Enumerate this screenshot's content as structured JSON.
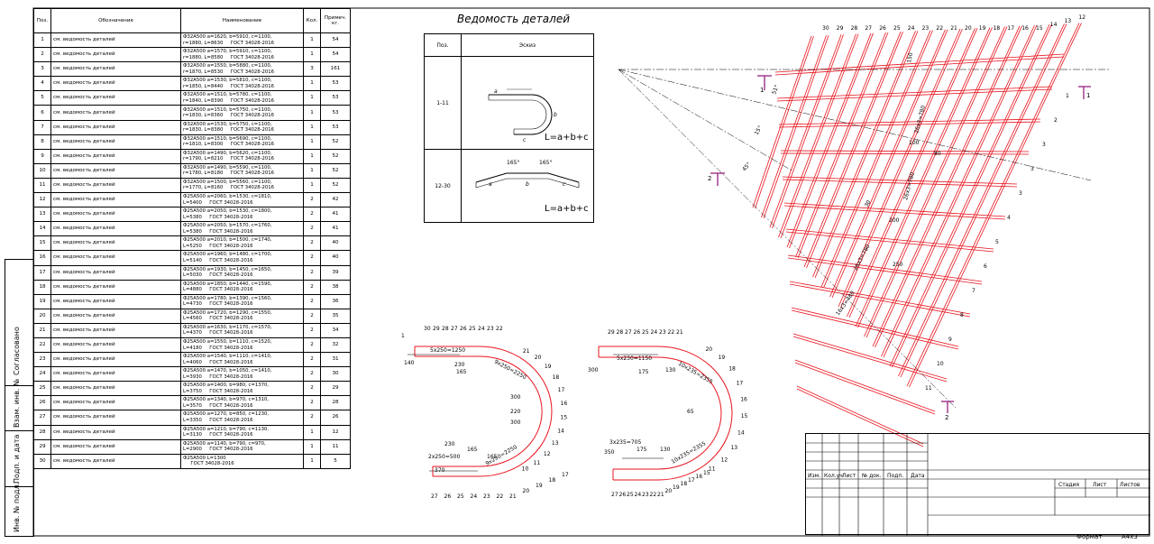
{
  "table": {
    "headers": {
      "pos": "Поз.",
      "designation": "Обозначение",
      "name": "Наименование",
      "qty": "Кол.",
      "note": "Примеч. кг."
    },
    "rows": [
      {
        "pos": "1",
        "designation": "см. ведомость деталей",
        "line1": "Ф32А500 a=1620, b=5910, c=1100,",
        "line2": "r=1880, L=8630",
        "gost": "ГОСТ 34028-2016",
        "qty": "1",
        "note": "54"
      },
      {
        "pos": "2",
        "designation": "см. ведомость деталей",
        "line1": "Ф32А500 a=1570, b=5910, c=1100,",
        "line2": "r=1880, L=8580",
        "gost": "ГОСТ 34028-2016",
        "qty": "1",
        "note": "54"
      },
      {
        "pos": "3",
        "designation": "см. ведомость деталей",
        "line1": "Ф32А500 a=1550, b=5880, c=1100,",
        "line2": "r=1870, L=8530",
        "gost": "ГОСТ 34028-2016",
        "qty": "3",
        "note": "161"
      },
      {
        "pos": "4",
        "designation": "см. ведомость деталей",
        "line1": "Ф32А500 a=1530, b=5810, c=1100,",
        "line2": "r=1850, L=8440",
        "gost": "ГОСТ 34028-2016",
        "qty": "1",
        "note": "53"
      },
      {
        "pos": "5",
        "designation": "см. ведомость деталей",
        "line1": "Ф32А500 a=1510, b=5780, c=1100,",
        "line2": "r=1840, L=8390",
        "gost": "ГОСТ 34028-2016",
        "qty": "1",
        "note": "53"
      },
      {
        "pos": "6",
        "designation": "см. ведомость деталей",
        "line1": "Ф32А500 a=1510, b=5750, c=1100,",
        "line2": "r=1830, L=8360",
        "gost": "ГОСТ 34028-2016",
        "qty": "1",
        "note": "53"
      },
      {
        "pos": "7",
        "designation": "см. ведомость деталей",
        "line1": "Ф32А500 a=1530, b=5750, c=1100,",
        "line2": "r=1830, L=8380",
        "gost": "ГОСТ 34028-2016",
        "qty": "1",
        "note": "53"
      },
      {
        "pos": "8",
        "designation": "см. ведомость деталей",
        "line1": "Ф32А500 a=1510, b=5690, c=1100,",
        "line2": "r=1810, L=8300",
        "gost": "ГОСТ 34028-2016",
        "qty": "1",
        "note": "52"
      },
      {
        "pos": "9",
        "designation": "см. ведомость деталей",
        "line1": "Ф32А500 a=1490, b=5620, c=1100,",
        "line2": "r=1790, L=8210",
        "gost": "ГОСТ 34028-2016",
        "qty": "1",
        "note": "52"
      },
      {
        "pos": "10",
        "designation": "см. ведомость деталей",
        "line1": "Ф32А500 a=1490, b=5590, c=1100,",
        "line2": "r=1780, L=8180",
        "gost": "ГОСТ 34028-2016",
        "qty": "1",
        "note": "52"
      },
      {
        "pos": "11",
        "designation": "см. ведомость деталей",
        "line1": "Ф32А500 a=1500, b=5560, c=1100,",
        "line2": "r=1770, L=8160",
        "gost": "ГОСТ 34028-2016",
        "qty": "1",
        "note": "52"
      },
      {
        "pos": "12",
        "designation": "см. ведомость деталей",
        "line1": "Ф25А500 a=2060, b=1530, c=1810,",
        "line2": "L=5400",
        "gost": "ГОСТ 34028-2016",
        "qty": "2",
        "note": "42"
      },
      {
        "pos": "13",
        "designation": "см. ведомость деталей",
        "line1": "Ф25А500 a=2050, b=1530, c=1800,",
        "line2": "L=5380",
        "gost": "ГОСТ 34028-2016",
        "qty": "2",
        "note": "41"
      },
      {
        "pos": "14",
        "designation": "см. ведомость деталей",
        "line1": "Ф25А500 a=2050, b=1570, c=1760,",
        "line2": "L=5380",
        "gost": "ГОСТ 34028-2016",
        "qty": "2",
        "note": "41"
      },
      {
        "pos": "15",
        "designation": "см. ведомость деталей",
        "line1": "Ф25А500 a=2010, b=1500, c=1740,",
        "line2": "L=5250",
        "gost": "ГОСТ 34028-2016",
        "qty": "2",
        "note": "40"
      },
      {
        "pos": "16",
        "designation": "см. ведомость деталей",
        "line1": "Ф25А500 a=1960, b=1480, c=1700,",
        "line2": "L=5140",
        "gost": "ГОСТ 34028-2016",
        "qty": "2",
        "note": "40"
      },
      {
        "pos": "17",
        "designation": "см. ведомость деталей",
        "line1": "Ф25А500 a=1930, b=1450, c=1650,",
        "line2": "L=5030",
        "gost": "ГОСТ 34028-2016",
        "qty": "2",
        "note": "39"
      },
      {
        "pos": "18",
        "designation": "см. ведомость деталей",
        "line1": "Ф25А500 a=1850, b=1440, c=1590,",
        "line2": "L=4880",
        "gost": "ГОСТ 34028-2016",
        "qty": "2",
        "note": "38"
      },
      {
        "pos": "19",
        "designation": "см. ведомость деталей",
        "line1": "Ф25А500 a=1780, b=1390, c=1560,",
        "line2": "L=4730",
        "gost": "ГОСТ 34028-2016",
        "qty": "2",
        "note": "36"
      },
      {
        "pos": "20",
        "designation": "см. ведомость деталей",
        "line1": "Ф25А500 a=1720, b=1290, c=1550,",
        "line2": "L=4560",
        "gost": "ГОСТ 34028-2016",
        "qty": "2",
        "note": "35"
      },
      {
        "pos": "21",
        "designation": "см. ведомость деталей",
        "line1": "Ф25А500 a=1630, b=1170, c=1570,",
        "line2": "L=4370",
        "gost": "ГОСТ 34028-2016",
        "qty": "2",
        "note": "34"
      },
      {
        "pos": "22",
        "designation": "см. ведомость деталей",
        "line1": "Ф25А500 a=1550, b=1110, c=1520,",
        "line2": "L=4180",
        "gost": "ГОСТ 34028-2016",
        "qty": "2",
        "note": "32"
      },
      {
        "pos": "23",
        "designation": "см. ведомость деталей",
        "line1": "Ф25А500 a=1540, b=1110, c=1410,",
        "line2": "L=4060",
        "gost": "ГОСТ 34028-2016",
        "qty": "2",
        "note": "31"
      },
      {
        "pos": "24",
        "designation": "см. ведомость деталей",
        "line1": "Ф25А500 a=1470, b=1050, c=1410,",
        "line2": "L=3930",
        "gost": "ГОСТ 34028-2016",
        "qty": "2",
        "note": "30"
      },
      {
        "pos": "25",
        "designation": "см. ведомость деталей",
        "line1": "Ф25А500 a=1400, b=980, c=1370,",
        "line2": "L=3750",
        "gost": "ГОСТ 34028-2016",
        "qty": "2",
        "note": "29"
      },
      {
        "pos": "26",
        "designation": "см. ведомость деталей",
        "line1": "Ф25А500 a=1340, b=970, c=1310,",
        "line2": "L=3570",
        "gost": "ГОСТ 34028-2016",
        "qty": "2",
        "note": "28"
      },
      {
        "pos": "27",
        "designation": "см. ведомость деталей",
        "line1": "Ф25А500 a=1270, b=850, c=1230,",
        "line2": "L=3350",
        "gost": "ГОСТ 34028-2016",
        "qty": "2",
        "note": "26"
      },
      {
        "pos": "28",
        "designation": "см. ведомость деталей",
        "line1": "Ф25А500 a=1210, b=790, c=1130,",
        "line2": "L=3130",
        "gost": "ГОСТ 34028-2016",
        "qty": "1",
        "note": "12"
      },
      {
        "pos": "29",
        "designation": "см. ведомость деталей",
        "line1": "Ф25А500 a=1140, b=790, c=970,",
        "line2": "L=2900",
        "gost": "ГОСТ 34028-2016",
        "qty": "1",
        "note": "11"
      },
      {
        "pos": "30",
        "designation": "см. ведомость деталей",
        "line1": "Ф25А500 L=1300",
        "line2": "",
        "gost": "ГОСТ 34028-2016",
        "qty": "1",
        "note": "5"
      }
    ]
  },
  "details": {
    "title": "Ведомость деталей",
    "col_pos": "Поз.",
    "col_sketch": "Эскиз",
    "rows": [
      {
        "pos": "1-11",
        "formula": "L=a+b+c",
        "labels": [
          "a",
          "b",
          "c"
        ]
      },
      {
        "pos": "12-30",
        "formula": "L=a+b+c",
        "labels": [
          "a",
          "b",
          "c"
        ],
        "angles": [
          "165°",
          "165°"
        ]
      }
    ]
  },
  "sidebar": {
    "labels": [
      "Согласовано",
      "Взам. инв. №",
      "Подп. и дата",
      "Инв. № подл."
    ]
  },
  "stamp": {
    "cols": [
      "Изм.",
      "Кол.уч",
      "Лист",
      "№ док.",
      "Подп.",
      "Дата"
    ],
    "right": [
      "Стадия",
      "Лист",
      "Листов"
    ]
  },
  "footer": {
    "format_label": "Формат",
    "format_value": "А4х3"
  },
  "plan": {
    "top_marks": [
      "30",
      "29",
      "28",
      "27",
      "26",
      "25",
      "24",
      "23",
      "22",
      "21",
      "20",
      "19",
      "18",
      "17",
      "16",
      "15",
      "14",
      "13",
      "12"
    ],
    "right_marks": [
      "1",
      "2",
      "3",
      "3",
      "3",
      "4",
      "5",
      "6",
      "7",
      "8",
      "9",
      "10",
      "11"
    ],
    "section_marks": [
      "1",
      "1",
      "2",
      "2"
    ],
    "dims": [
      "150",
      "51°",
      "15°",
      "45°",
      "26х3=780",
      "30",
      "80",
      "100",
      "26х3=780",
      "200",
      "26х3=780",
      "16х3=480",
      "250"
    ]
  },
  "ushape_left": {
    "top_marks": [
      "30",
      "29",
      "28",
      "27",
      "26",
      "25",
      "24",
      "23",
      "22",
      "21",
      "20",
      "19",
      "18",
      "17",
      "16",
      "15",
      "14",
      "13",
      "12",
      "11",
      "10"
    ],
    "bottom_marks": [
      "27",
      "26",
      "25",
      "24",
      "23",
      "22",
      "21",
      "20",
      "19",
      "18",
      "17"
    ],
    "side_left": [
      "1"
    ],
    "dims": [
      "140",
      "5х250=1250",
      "230",
      "165",
      "9х250=2250",
      "300",
      "220",
      "300",
      "230",
      "165",
      "9х250=2250",
      "2х250=500",
      "370",
      "165"
    ]
  },
  "ushape_right": {
    "top_marks": [
      "29",
      "28",
      "27",
      "26",
      "25",
      "24",
      "23",
      "22",
      "21",
      "20",
      "19",
      "18",
      "17",
      "16",
      "15",
      "14",
      "13",
      "12",
      "11"
    ],
    "bottom_marks": [
      "27",
      "26",
      "25",
      "24",
      "23",
      "22",
      "21",
      "20",
      "19",
      "18",
      "17",
      "16",
      "15"
    ],
    "dims": [
      "300",
      "5х230=1150",
      "175",
      "130",
      "10х235=2355",
      "65",
      "3х235=705",
      "350",
      "175",
      "130",
      "10х235=2355"
    ]
  }
}
